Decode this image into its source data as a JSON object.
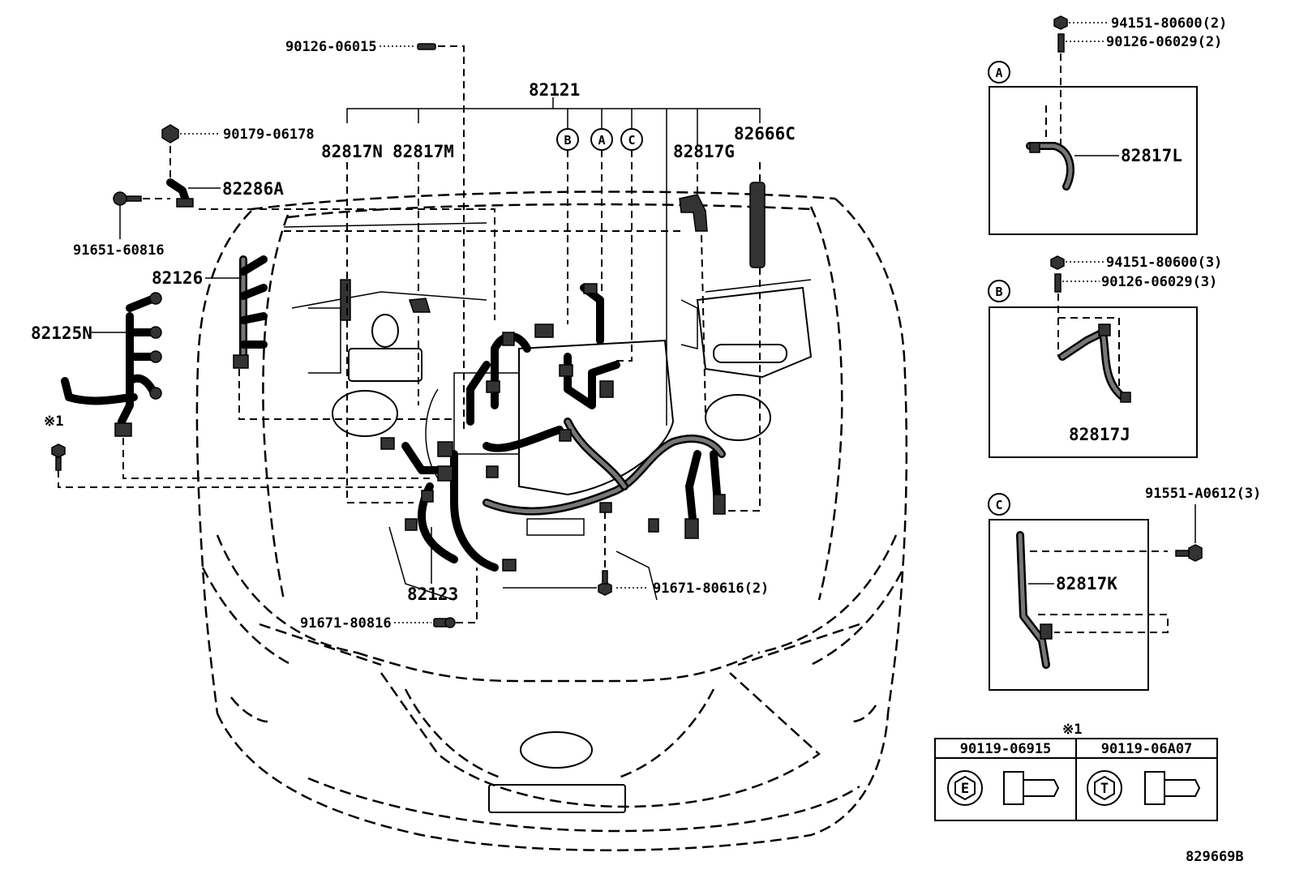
{
  "diagram_id": "829669B",
  "labels": {
    "p90126_06015": "90126-06015",
    "p82121": "82121",
    "p90179_06178": "90179-06178",
    "p82286A": "82286A",
    "p91651_60816": "91651-60816",
    "p82817N": "82817N",
    "p82817M": "82817M",
    "p82817G": "82817G",
    "p82666C": "82666C",
    "p82126": "82126",
    "p82125N": "82125N",
    "p82123": "82123",
    "p91671_80616": "91671-80616(2)",
    "p91671_80816": "91671-80816",
    "note_mark": "※1"
  },
  "callouts": {
    "a": "A",
    "b": "B",
    "c": "C"
  },
  "inset_a": {
    "ref": "A",
    "part": "82817L",
    "nut": "94151-80600(2)",
    "stud": "90126-06029(2)"
  },
  "inset_b": {
    "ref": "B",
    "part": "82817J",
    "nut": "94151-80600(3)",
    "stud": "90126-06029(3)"
  },
  "inset_c": {
    "ref": "C",
    "part": "82817K",
    "bolt": "91551-A0612(3)"
  },
  "bolt_table": {
    "note": "※1",
    "col1": {
      "part": "90119-06915",
      "head": "E"
    },
    "col2": {
      "part": "90119-06A07",
      "head": "T"
    }
  }
}
